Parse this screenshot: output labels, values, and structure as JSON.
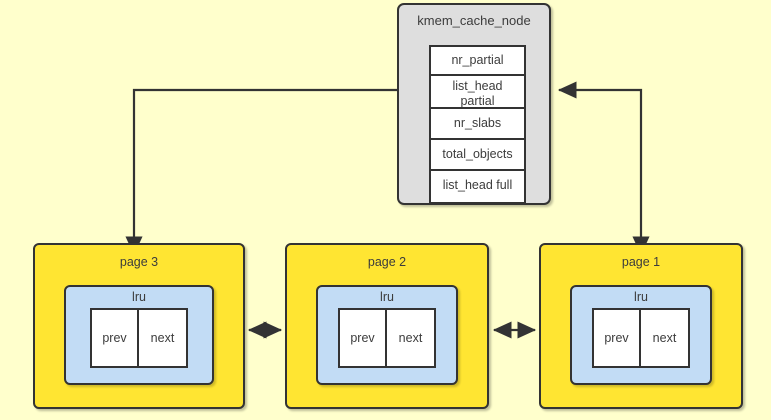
{
  "diagram": {
    "title_node": "kmem_cache_node",
    "colors": {
      "background": "#ffffcc",
      "node_fill": "#dedede",
      "page_fill": "#ffe532",
      "lru_fill": "#c2dcf5",
      "field_fill": "#ffffff",
      "stroke": "#333333",
      "text": "#3c3c3c"
    },
    "node": {
      "label": "kmem_cache_node",
      "fields": [
        {
          "label": "nr_partial"
        },
        {
          "label": "list_head partial",
          "line1": "list_head",
          "line2": "partial"
        },
        {
          "label": "nr_slabs"
        },
        {
          "label": "total_objects"
        },
        {
          "label": "list_head full"
        }
      ]
    },
    "pages": [
      {
        "label": "page 3",
        "lru_label": "lru",
        "prev_label": "prev",
        "next_label": "next"
      },
      {
        "label": "page 2",
        "lru_label": "lru",
        "prev_label": "prev",
        "next_label": "next"
      },
      {
        "label": "page 1",
        "lru_label": "lru",
        "prev_label": "prev",
        "next_label": "next"
      }
    ],
    "connectors": [
      {
        "name": "partial-to-page3",
        "from": "list_head partial",
        "to": "page 3",
        "arrowheads": "both"
      },
      {
        "name": "page1-to-partial",
        "from": "page 1",
        "to": "list_head partial",
        "arrowheads": "both"
      },
      {
        "name": "page3-page2-link",
        "from": "page 3",
        "to": "page 2",
        "arrowheads": "both"
      },
      {
        "name": "page2-page1-link",
        "from": "page 2",
        "to": "page 1",
        "arrowheads": "both"
      }
    ]
  }
}
